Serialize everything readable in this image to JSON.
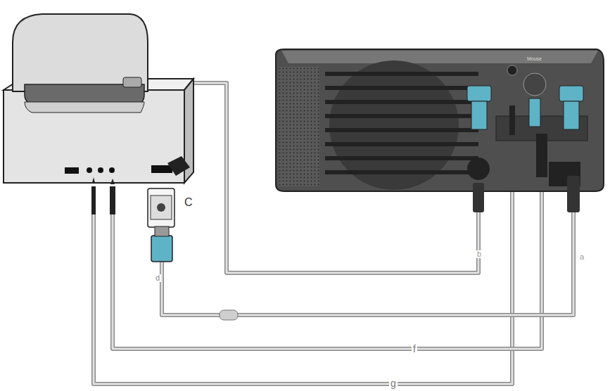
{
  "diagram": {
    "labels": [
      "Mouse",
      "C",
      "d",
      "b",
      "a",
      "f",
      "g"
    ]
  }
}
